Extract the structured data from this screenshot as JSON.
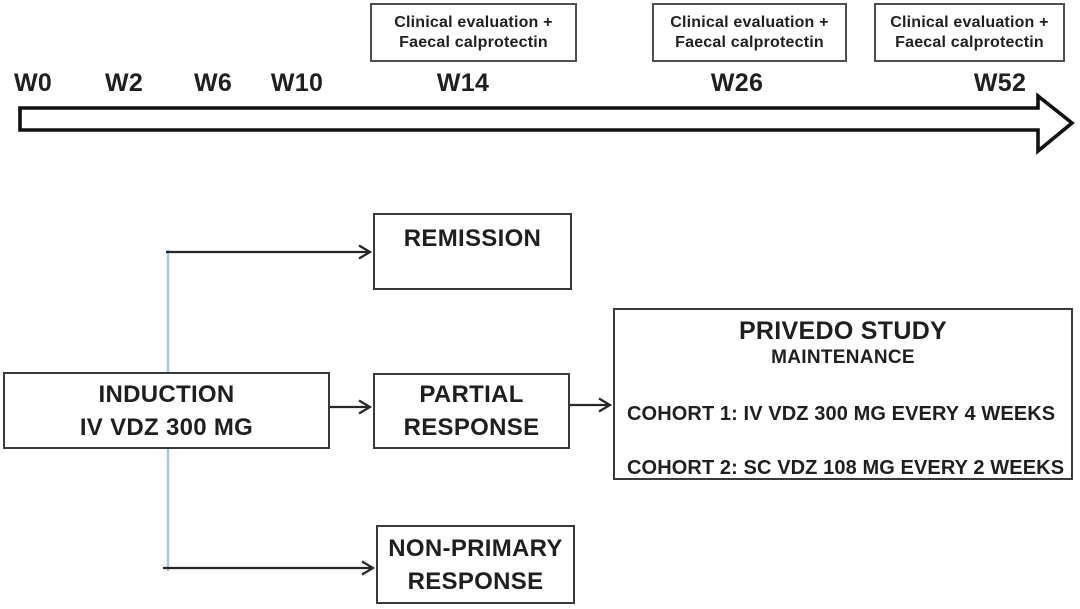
{
  "timeline": {
    "weeks": [
      {
        "label": "W0"
      },
      {
        "label": "W2"
      },
      {
        "label": "W6"
      },
      {
        "label": "W10"
      },
      {
        "label": "W14"
      },
      {
        "label": "W26"
      },
      {
        "label": "W52"
      }
    ],
    "checkpoints": [
      {
        "line1": "Clinical evaluation +",
        "line2": "Faecal calprotectin"
      },
      {
        "line1": "Clinical evaluation +",
        "line2": "Faecal calprotectin"
      },
      {
        "line1": "Clinical evaluation +",
        "line2": "Faecal calprotectin"
      }
    ]
  },
  "flowchart": {
    "induction": {
      "line1": "INDUCTION",
      "line2": "IV VDZ 300 MG"
    },
    "remission": {
      "label": "REMISSION"
    },
    "partial_response": {
      "line1": "PARTIAL",
      "line2": "RESPONSE"
    },
    "non_primary_response": {
      "line1": "NON-PRIMARY",
      "line2": "RESPONSE"
    },
    "privedo": {
      "title": "PRIVEDO STUDY",
      "subtitle": "MAINTENANCE",
      "cohort1": "COHORT 1: IV VDZ 300 MG EVERY 4 WEEKS",
      "cohort2": "COHORT 2: SC VDZ 108 MG EVERY 2 WEEKS"
    }
  },
  "colors": {
    "ink": "#1f1f1f",
    "arrow_outline": "#111111",
    "connector": "#262626",
    "branch_blue": "#aac6e2",
    "box_border": "#3a3a3a"
  }
}
